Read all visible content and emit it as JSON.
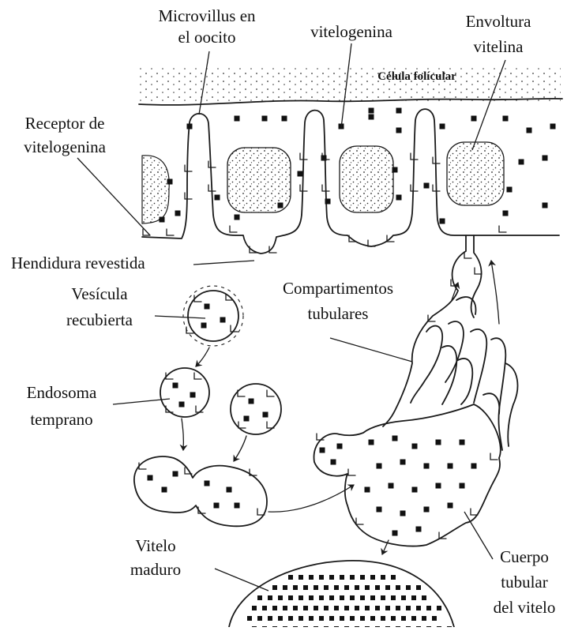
{
  "labels": {
    "microvillus_line1": "Microvillus en",
    "microvillus_line2": "el oocito",
    "vitellogenin": "vitelogenina",
    "envelope_line1": "Envoltura",
    "envelope_line2": "vitelina",
    "follicle_cell": "Célula folícular",
    "receptor_line1": "Receptor de",
    "receptor_line2": "vitelogenina",
    "coated_pit": "Hendidura revestida",
    "coated_vesicle_line1": "Vesícula",
    "coated_vesicle_line2": "recubierta",
    "tubular_line1": "Compartimentos",
    "tubular_line2": "tubulares",
    "early_endosome_line1": "Endosoma",
    "early_endosome_line2": "temprano",
    "mature_yolk_line1": "Vitelo",
    "mature_yolk_line2": "maduro",
    "tubular_body_line1": "Cuerpo",
    "tubular_body_line2": "tubular",
    "tubular_body_line3": "del vitelo"
  },
  "colors": {
    "ink": "#1a1a1a",
    "background": "#ffffff"
  }
}
